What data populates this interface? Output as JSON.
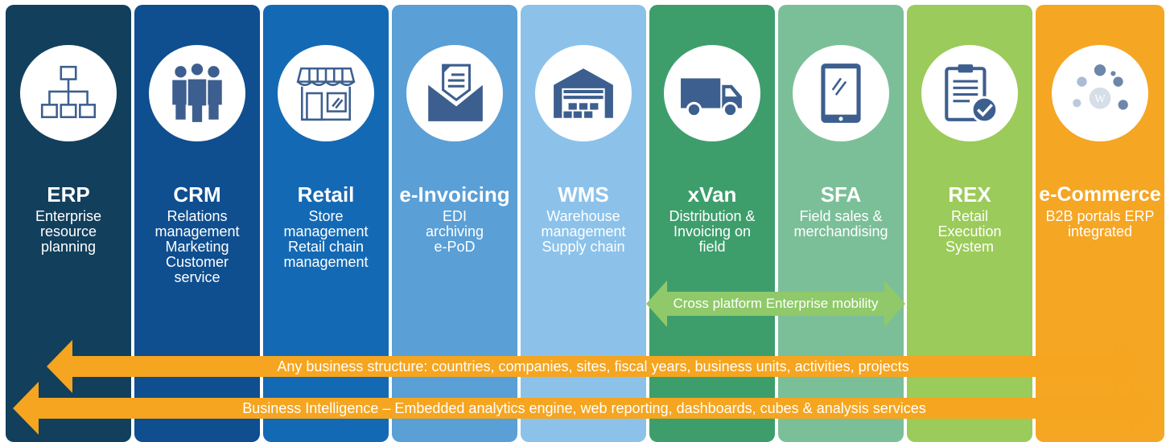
{
  "columns": [
    {
      "key": "erp",
      "title": "ERP",
      "lines": [
        "Enterprise",
        "resource",
        "planning"
      ],
      "color": "#123f5c",
      "icon": "org-chart-icon"
    },
    {
      "key": "crm",
      "title": "CRM",
      "lines": [
        "Relations",
        "management",
        "Marketing",
        "Customer",
        "service"
      ],
      "color": "#0f4e8f",
      "icon": "people-group-icon"
    },
    {
      "key": "retail",
      "title": "Retail",
      "lines": [
        "Store",
        "management",
        "Retail chain",
        "management"
      ],
      "color": "#1469b4",
      "icon": "storefront-icon"
    },
    {
      "key": "einvoicing",
      "title": "e-Invoicing",
      "lines": [
        "EDI",
        "archiving",
        "e-PoD"
      ],
      "color": "#5a9fd6",
      "icon": "envelope-document-icon"
    },
    {
      "key": "wms",
      "title": "WMS",
      "lines": [
        "Warehouse",
        "management",
        "Supply chain"
      ],
      "color": "#8cc2ea",
      "icon": "warehouse-icon"
    },
    {
      "key": "xvan",
      "title": "xVan",
      "lines": [
        "Distribution &",
        "Invoicing on",
        "field"
      ],
      "color": "#3d9e6c",
      "icon": "delivery-van-icon"
    },
    {
      "key": "sfa",
      "title": "SFA",
      "lines": [
        "Field sales &",
        "merchandising"
      ],
      "color": "#7bbf98",
      "icon": "tablet-icon"
    },
    {
      "key": "rex",
      "title": "REX",
      "lines": [
        "Retail",
        "Execution",
        "System"
      ],
      "color": "#9bcb5a",
      "icon": "clipboard-check-icon"
    },
    {
      "key": "ecommerce",
      "title": "e-Commerce",
      "lines": [
        "B2B portals ERP",
        "integrated"
      ],
      "color": "#f5a623",
      "icon": "web-portal-icon"
    }
  ],
  "banners": {
    "mobility": "Cross platform Enterprise mobility",
    "business_structure": "Any business structure: countries, companies, sites, fiscal years, business units, activities, projects",
    "business_intelligence": "Business Intelligence – Embedded analytics engine, web reporting, dashboards, cubes & analysis services"
  },
  "colors": {
    "icon": "#3d5f8f",
    "mobility_arrow": "#8fc96a",
    "orange_arrow": "#f5a51f"
  }
}
